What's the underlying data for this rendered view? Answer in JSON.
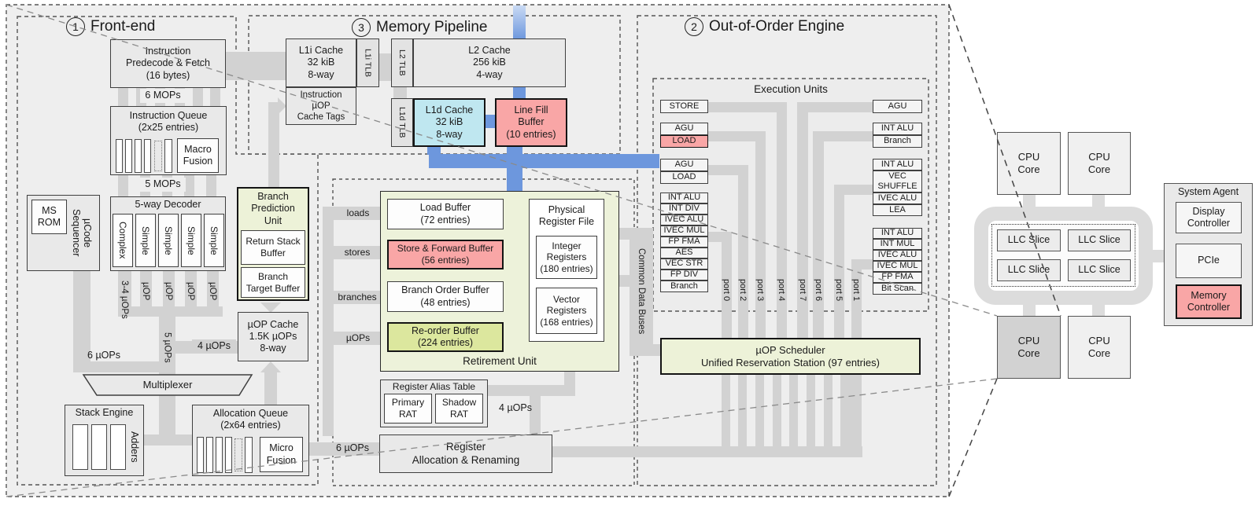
{
  "front_end": {
    "number": "1",
    "title": "Front-end",
    "predecode": "Instruction\nPredecode & Fetch\n(16 bytes)",
    "label_6mops": "6 MOPs",
    "iq": "Instruction Queue\n(2x25 entries)",
    "macro_fusion": "Macro\nFusion",
    "label_5mops": "5 MOPs",
    "ms_rom": "MS\nROM",
    "ucode_sequencer": "µCode Sequencer",
    "decoder_title": "5-way Decoder",
    "decoders": [
      "Complex",
      "Simple",
      "Simple",
      "Simple",
      "Simple"
    ],
    "decoder_outputs": [
      "3-4 µOPs",
      "µOP",
      "µOP",
      "µOP",
      "µOP"
    ],
    "bpu": "Branch\nPrediction\nUnit",
    "return_stack_buffer": "Return Stack\nBuffer",
    "branch_target_buffer": "Branch\nTarget Buffer",
    "uop_cache": "µOP Cache\n1.5K µOPs\n8-way",
    "label_4uops": "4 µOPs",
    "label_5uops": "5 µOPs",
    "label_6uops": "6 µOPs",
    "multiplexer": "Multiplexer",
    "stack_engine": "Stack Engine",
    "adders": "Adders",
    "allocation_queue": "Allocation Queue\n(2x64 entries)",
    "micro_fusion": "Micro\nFusion",
    "label_6uops_out": "6 µOPs"
  },
  "memory_pipeline": {
    "number": "3",
    "title": "Memory Pipeline",
    "l1i_cache": "L1i Cache\n32 kiB\n8-way",
    "l1i_tlb": "L1i TLB",
    "uop_cache_tags": "Instruction\nµOP\nCache Tags",
    "l2_tlb": "L2 TLB",
    "l2_cache": "L2 Cache\n256 kiB\n4-way",
    "l1d_tlb": "L1d TLB",
    "l1d_cache": "L1d Cache\n32 kiB\n8-way",
    "line_fill_buffer": "Line Fill\nBuffer\n(10 entries)"
  },
  "retirement": {
    "label_loads": "loads",
    "label_stores": "stores",
    "label_branches": "branches",
    "label_uops": "µOPs",
    "load_buffer": "Load Buffer\n(72 entries)",
    "store_forward_buffer": "Store & Forward Buffer\n(56 entries)",
    "branch_order_buffer": "Branch Order Buffer\n(48 entries)",
    "reorder_buffer": "Re-order Buffer\n(224 entries)",
    "prf_title": "Physical\nRegister File",
    "integer_registers": "Integer\nRegisters\n(180 entries)",
    "vector_registers": "Vector\nRegisters\n(168 entries)",
    "title": "Retirement Unit",
    "rat_title": "Register Alias Table",
    "primary_rat": "Primary\nRAT",
    "shadow_rat": "Shadow\nRAT",
    "label_4uops": "4 µOPs",
    "rar": "Register\nAllocation & Renaming",
    "cdb": "Common Data Buses"
  },
  "ooo": {
    "number": "2",
    "title": "Out-of-Order Engine",
    "exec_title": "Execution Units",
    "left_units": {
      "store": "STORE",
      "agu1": "AGU",
      "load1": "LOAD",
      "agu2": "AGU",
      "load2": "LOAD"
    },
    "left_stack": [
      "INT ALU",
      "INT DIV",
      "IVEC ALU",
      "IVEC MUL",
      "FP FMA",
      "AES",
      "VEC STR",
      "FP DIV",
      "Branch"
    ],
    "right_agu": "AGU",
    "right_pair": [
      "INT ALU",
      "Branch"
    ],
    "right_stack_a": [
      "INT ALU",
      "VEC\nSHUFFLE",
      "IVEC ALU",
      "LEA"
    ],
    "right_stack_b": [
      "INT ALU",
      "INT MUL",
      "IVEC ALU",
      "IVEC MUL",
      "FP FMA",
      "Bit Scan"
    ],
    "ports": [
      "port 0",
      "port 2",
      "port 3",
      "port 4",
      "port 7",
      "port 6",
      "port 5",
      "port 1"
    ],
    "scheduler": "µOP Scheduler\nUnified Reservation Station (97 entries)"
  },
  "die": {
    "core": "CPU\nCore",
    "llc": "LLC Slice",
    "system_agent": "System Agent",
    "display_controller": "Display\nController",
    "pcie": "PCIe",
    "memory_controller": "Memory\nController"
  },
  "colors": {
    "highlight_pink": "#f9a6a6",
    "highlight_cyan": "#bfe7f0",
    "highlight_green": "#edf2d8",
    "rob_green": "#dce79e",
    "bus_blue": "#6d97dd",
    "bus_gray": "#d2d2d2"
  }
}
